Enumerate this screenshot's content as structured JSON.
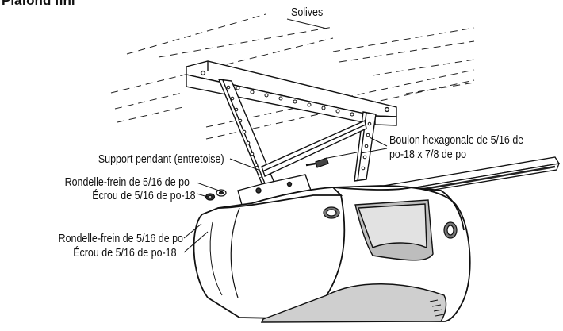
{
  "figure": {
    "title": "Plafond fini",
    "labels": {
      "joists": "Solives",
      "bolt_line1": "Boulon hexagonale de 5/16 de",
      "bolt_line2": "po-18 x 7/8 de po",
      "hanger": "Support pendant (entretoise)",
      "lockwasher_top": "Rondelle-frein de 5/16 de po",
      "nut_top": "Écrou de 5/16 de po-18",
      "lockwasher_bottom": "Rondelle-frein de 5/16 de po",
      "nut_bottom": "Écrou de 5/16 de po-18"
    }
  }
}
